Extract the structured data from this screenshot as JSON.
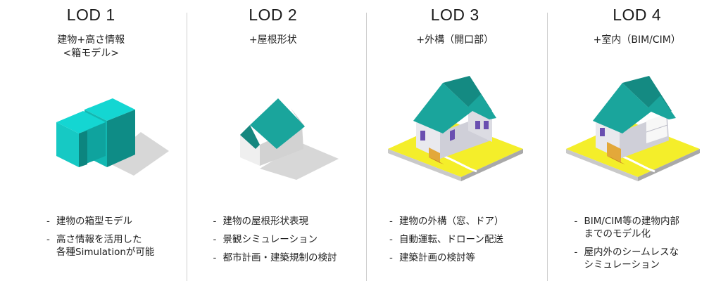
{
  "columns": [
    {
      "title": "LOD 1",
      "subtitle": "建物+高さ情報\n<箱モデル>",
      "bullets": [
        "建物の箱型モデル",
        "高さ情報を活用した\n各種Simulationが可能"
      ]
    },
    {
      "title": "LOD 2",
      "subtitle": "+屋根形状",
      "bullets": [
        "建物の屋根形状表現",
        "景観シミュレーション",
        "都市計画・建築規制の検討"
      ]
    },
    {
      "title": "LOD 3",
      "subtitle": "+外構（開口部）",
      "bullets": [
        "建物の外構（窓、ドア）",
        "自動運転、ドローン配送",
        "建築計画の検討等"
      ]
    },
    {
      "title": "LOD 4",
      "subtitle": "+室内（BIM/CIM）",
      "bullets": [
        "BIM/CIM等の建物内部\nまでのモデル化",
        "屋内外のシームレスな\nシミュレーション"
      ]
    }
  ],
  "colors": {
    "teal_light": "#14d6d2",
    "teal_mid": "#12b8b2",
    "teal_dark": "#0e8c86",
    "roof": "#1aa59c",
    "shadow": "#d7d7d7",
    "ground": "#f4ee2a",
    "wall": "#e9e9ee",
    "window": "#6a4fb0",
    "porch": "#e3a83a"
  }
}
